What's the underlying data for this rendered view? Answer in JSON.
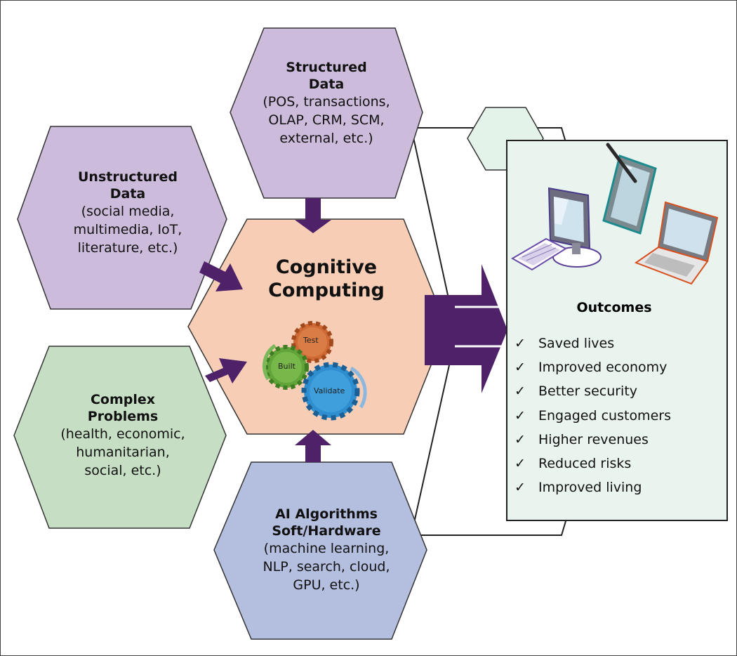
{
  "structured": {
    "title_l1": "Structured",
    "title_l2": "Data",
    "desc": [
      "(POS, transactions,",
      "OLAP, CRM, SCM,",
      "external, etc.)"
    ]
  },
  "unstructured": {
    "title_l1": "Unstructured",
    "title_l2": "Data",
    "desc": [
      "(social media,",
      "multimedia, IoT,",
      "literature, etc.)"
    ]
  },
  "complex": {
    "title_l1": "Complex",
    "title_l2": "Problems",
    "desc": [
      "(health, economic,",
      "humanitarian,",
      "social, etc.)"
    ]
  },
  "ai": {
    "title_l1": "AI Algorithms",
    "title_l2": "Soft/Hardware",
    "desc": [
      "(machine learning,",
      "NLP, search, cloud,",
      "GPU, etc.)"
    ]
  },
  "center": {
    "title_l1": "Cognitive",
    "title_l2": "Computing",
    "gears": [
      "Test",
      "Built",
      "Validate"
    ]
  },
  "outcomes": {
    "title": "Outcomes",
    "check": "✓",
    "items": [
      "Saved lives",
      "Improved economy",
      "Better security",
      "Engaged customers",
      "Higher revenues",
      "Reduced risks",
      "Improved living"
    ]
  },
  "colors": {
    "purple_hex": "#cdbbdc",
    "center_hex": "#f7cdb6",
    "green_hex": "#c6dfc4",
    "blue_hex": "#b4bedf",
    "arrow": "#4e2169",
    "panel": "#eaf4ef"
  }
}
